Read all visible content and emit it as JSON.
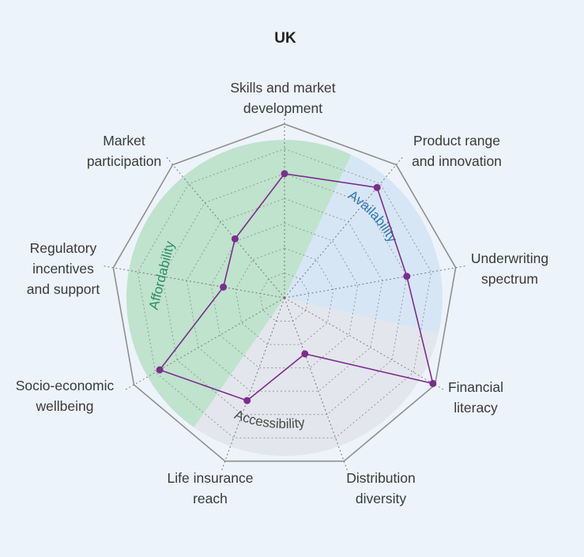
{
  "chart_data": {
    "type": "radar",
    "title": "UK",
    "axes": [
      {
        "label": [
          "Skills and market",
          "development"
        ]
      },
      {
        "label": [
          "Product range",
          "and innovation"
        ]
      },
      {
        "label": [
          "Underwriting",
          "spectrum"
        ]
      },
      {
        "label": [
          "Financial",
          "literacy"
        ]
      },
      {
        "label": [
          "Distribution",
          "diversity"
        ]
      },
      {
        "label": [
          "Life insurance",
          "reach"
        ]
      },
      {
        "label": [
          "Socio-economic",
          "wellbeing"
        ]
      },
      {
        "label": [
          "Regulatory",
          "incentives",
          "and support"
        ]
      },
      {
        "label": [
          "Market",
          "participation"
        ]
      }
    ],
    "rings": 7,
    "value_range": [
      0,
      7
    ],
    "series": [
      {
        "values": [
          5.0,
          5.8,
          5.0,
          6.9,
          2.4,
          4.4,
          5.8,
          2.5,
          3.1
        ],
        "color": "#7B2D8E"
      }
    ],
    "groups": [
      {
        "name": "Availability",
        "color": "#2F75B5",
        "fill": "#D6E6F5"
      },
      {
        "name": "Accessibility",
        "color": "#4a4a4a",
        "fill": "#E3E6EC"
      },
      {
        "name": "Affordability",
        "color": "#2E8B6A",
        "fill": "#BFE3CC"
      }
    ]
  }
}
